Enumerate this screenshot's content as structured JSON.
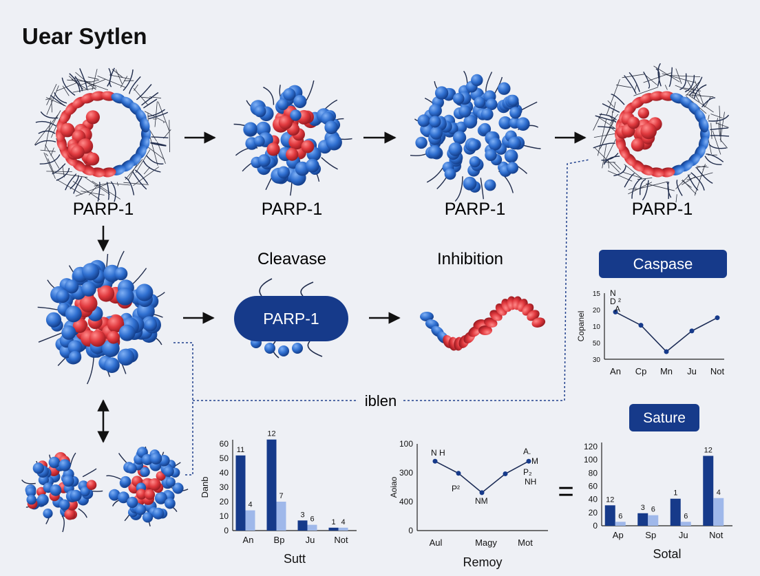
{
  "title": "Uear Sytlen",
  "proteins": {
    "p1": "PARP-1",
    "p2": "PARP-1",
    "p3": "PARP-1",
    "p4": "PARP-1",
    "pill": "PARP-1"
  },
  "labels": {
    "cleavase": "Cleavase",
    "inhibition": "Inhibition",
    "connector": "iblen",
    "caspase": "Caspase",
    "sature": "Sature",
    "equals": "="
  },
  "colors": {
    "navy": "#163a8a",
    "blue": "#2f6fd0",
    "red": "#e0393e",
    "light_bar": "#9fb8ea"
  },
  "chart_data": [
    {
      "id": "caspase",
      "type": "line",
      "ylabel": "Copanel",
      "yticks": [
        "30",
        "50",
        "10",
        "20",
        "15"
      ],
      "categories": [
        "An",
        "Cp",
        "Mn",
        "Ju",
        "Not"
      ],
      "values": [
        25,
        18,
        4,
        15,
        22
      ],
      "ylim": [
        0,
        35
      ],
      "annotations": [
        "N",
        "D ²",
        "A"
      ]
    },
    {
      "id": "sutt",
      "type": "bar",
      "xlabel": "Sutt",
      "ylabel": "Danb",
      "ylim": [
        0,
        60
      ],
      "yticks": [
        "0",
        "10",
        "20",
        "30",
        "40",
        "50",
        "60"
      ],
      "categories": [
        "An",
        "Bp",
        "Ju",
        "Not"
      ],
      "series": [
        {
          "values": [
            52,
            63,
            7,
            2
          ],
          "labels": [
            "11",
            "12",
            "3",
            "1"
          ]
        },
        {
          "values": [
            14,
            20,
            4,
            2
          ],
          "labels": [
            "4",
            "7",
            "6",
            "4"
          ]
        }
      ]
    },
    {
      "id": "remoy",
      "type": "line",
      "xlabel": "Remoy",
      "ylabel": "Aoiao",
      "yticks": [
        "0",
        "400",
        "300",
        "100"
      ],
      "categories": [
        "Aul",
        "Magy",
        "Mot"
      ],
      "values": [
        320,
        264,
        175,
        262,
        320
      ],
      "ylim": [
        0,
        400
      ],
      "annotations": [
        "N H",
        "P²",
        "NM",
        "A.",
        "M",
        "P₂",
        "NH"
      ]
    },
    {
      "id": "sotal",
      "type": "bar",
      "xlabel": "Sotal",
      "ylim": [
        0,
        120
      ],
      "yticks": [
        "0",
        "20",
        "40",
        "60",
        "80",
        "100",
        "120"
      ],
      "categories": [
        "Ap",
        "Sp",
        "Ju",
        "Not"
      ],
      "series": [
        {
          "values": [
            31,
            19,
            41,
            106
          ],
          "labels": [
            "12",
            "3",
            "1",
            "12"
          ]
        },
        {
          "values": [
            6,
            16,
            6,
            42
          ],
          "labels": [
            "6",
            "6",
            "6",
            "4"
          ]
        }
      ]
    }
  ]
}
